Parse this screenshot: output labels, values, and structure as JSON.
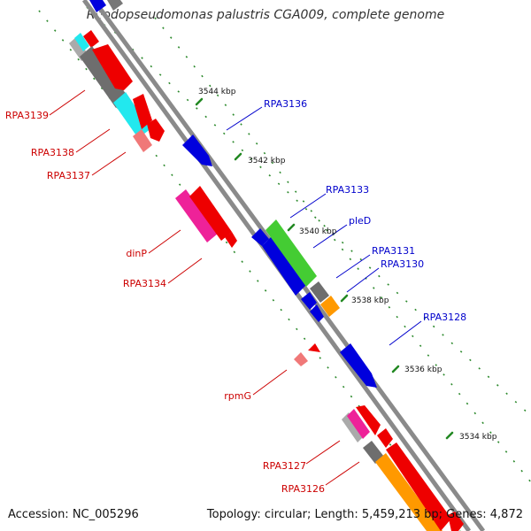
{
  "title": "Rhodopseudomonas palustris CGA009, complete genome",
  "accession": "Accession: NC_005296",
  "summary": "Topology: circular; Length: 5,459,213 bp; Genes: 4,872",
  "ticks": [
    {
      "label": "3544 kbp"
    },
    {
      "label": "3542 kbp"
    },
    {
      "label": "3540 kbp"
    },
    {
      "label": "3538 kbp"
    },
    {
      "label": "3536 kbp"
    },
    {
      "label": "3534 kbp"
    }
  ],
  "forward_labels": [
    "RPA3136",
    "RPA3133",
    "pleD",
    "RPA3131",
    "RPA3130",
    "RPA3128"
  ],
  "reverse_labels": [
    "RPA3139",
    "RPA3138",
    "RPA3137",
    "dinP",
    "RPA3134",
    "rpmG",
    "RPA3127",
    "RPA3126"
  ],
  "colors": {
    "forward_label": "#0000cc",
    "reverse_label": "#cc0000",
    "backbone": "#888888",
    "cds_red": "#ee0000",
    "cds_blue": "#0000dd",
    "gene_grey": "#6e6e6e",
    "rrna_cyan": "#22e8ee",
    "trna_pink": "#f07878",
    "magenta": "#ee2299",
    "green": "#44cc33",
    "orange": "#ff9900",
    "tick_green": "#228822"
  }
}
